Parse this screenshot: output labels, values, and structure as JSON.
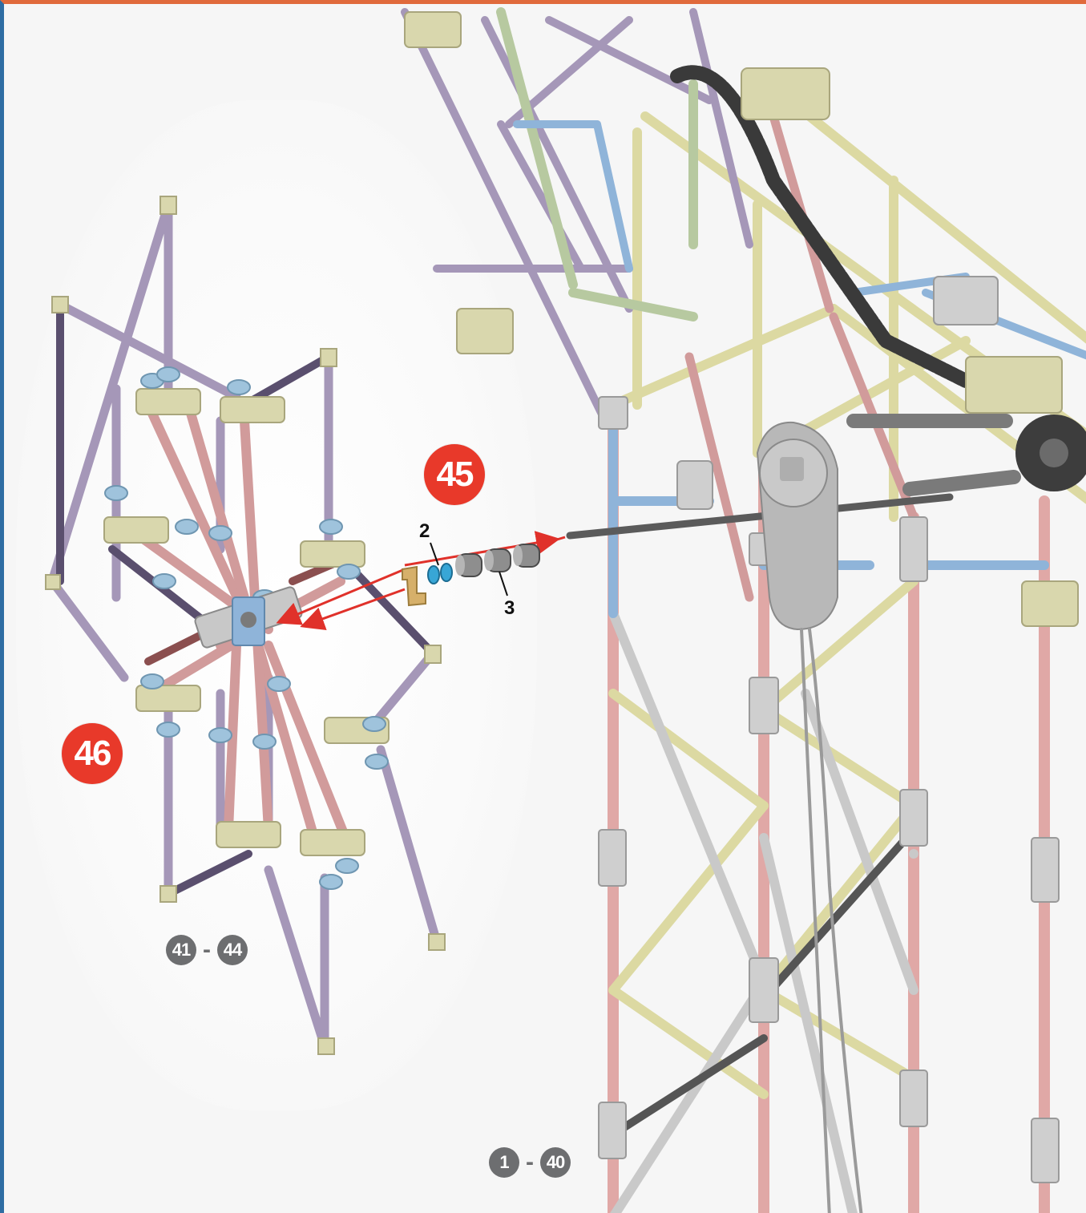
{
  "steps": {
    "step_a": "45",
    "step_b": "46"
  },
  "callouts": {
    "washer_count": "2",
    "spacer_count": "3"
  },
  "references": {
    "wheel_from": "41",
    "wheel_to": "44",
    "tower_from": "1",
    "tower_to": "40",
    "separator": "-"
  },
  "colors": {
    "step_badge": "#e8392a",
    "reference_badge": "#6d6e70",
    "arrow": "#e0312a",
    "rod_purple": "#a597b8",
    "rod_red": "#d19b9b",
    "rod_blue": "#8fb4d9",
    "rod_yellow": "#dcd9a2",
    "rod_gray": "#c9c9c9",
    "connector_tan": "#d9d7ad",
    "washer_blue": "#38a6d6"
  }
}
